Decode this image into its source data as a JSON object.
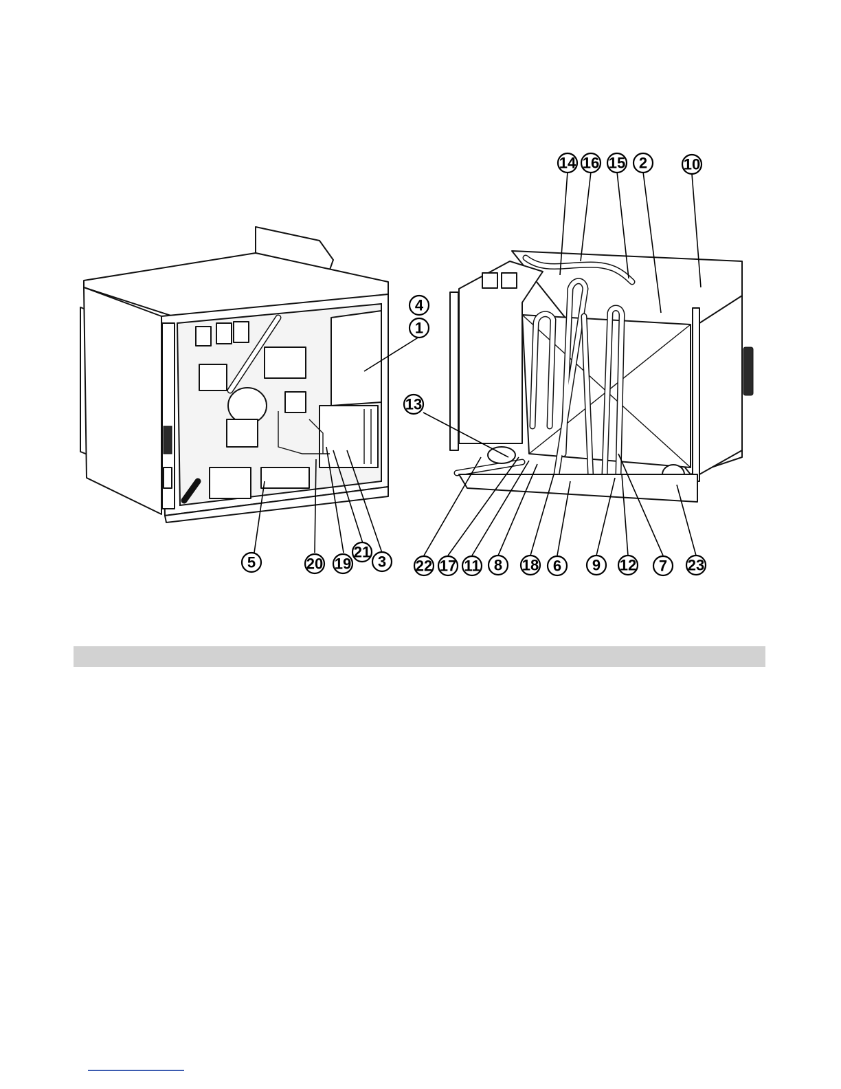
{
  "figure": {
    "views": [
      "left-unit-view",
      "right-unit-view"
    ],
    "callouts": [
      "1",
      "2",
      "3",
      "4",
      "5",
      "6",
      "7",
      "8",
      "9",
      "10",
      "11",
      "12",
      "13",
      "14",
      "15",
      "16",
      "17",
      "18",
      "19",
      "20",
      "21",
      "22",
      "23"
    ]
  },
  "colors": {
    "line": "#111111",
    "section_bar": "#d2d2d2",
    "footer_rule": "#3b5bb0"
  }
}
